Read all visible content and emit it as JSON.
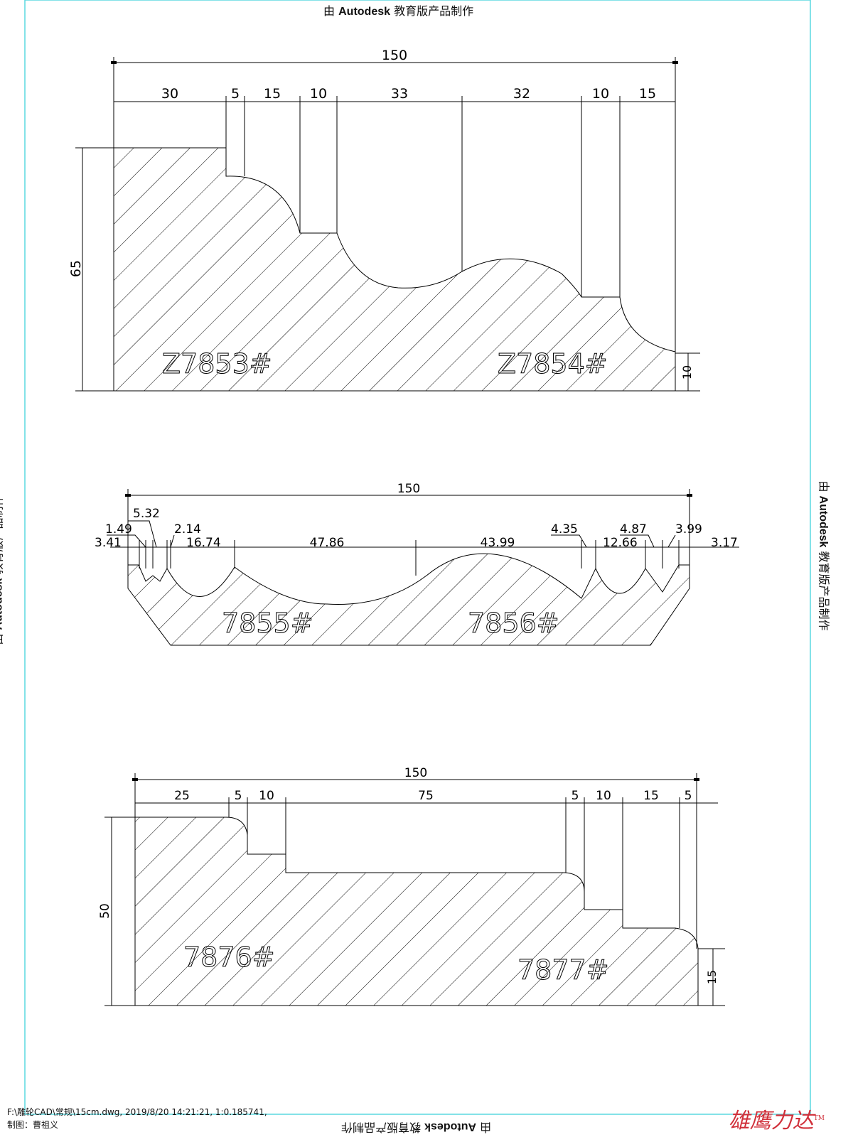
{
  "watermark": {
    "prefix": "由",
    "brand": "Autodesk",
    "suffix": "教育版产品制作"
  },
  "footer": {
    "line1": "F:\\雕轮CAD\\常规\\15cm.dwg, 2019/8/20 14:21:21, 1:0.185741,",
    "line2": "制图：曹祖义"
  },
  "logo": {
    "text": "雄鹰力达",
    "tm": "TM"
  },
  "drawing1": {
    "overall": "150",
    "segments": [
      "30",
      "5",
      "15",
      "10",
      "33",
      "32",
      "10",
      "15"
    ],
    "height": "65",
    "right_height": "10",
    "labels": [
      "Z7853#",
      "Z7854#"
    ]
  },
  "drawing2": {
    "overall": "150",
    "dims": [
      "5.32",
      "1.49",
      "3.41",
      "2.14",
      "16.74",
      "47.86",
      "43.99",
      "4.35",
      "4.87",
      "12.66",
      "3.99",
      "3.17"
    ],
    "labels": [
      "7855#",
      "7856#"
    ]
  },
  "drawing3": {
    "overall": "150",
    "segments": [
      "25",
      "5",
      "10",
      "75",
      "5",
      "10",
      "15",
      "5"
    ],
    "height": "50",
    "right_height": "15",
    "labels": [
      "7876#",
      "7877#"
    ]
  },
  "colors": {
    "border": "#5ad8e0",
    "line": "#000000",
    "logo": "#d0303a"
  }
}
